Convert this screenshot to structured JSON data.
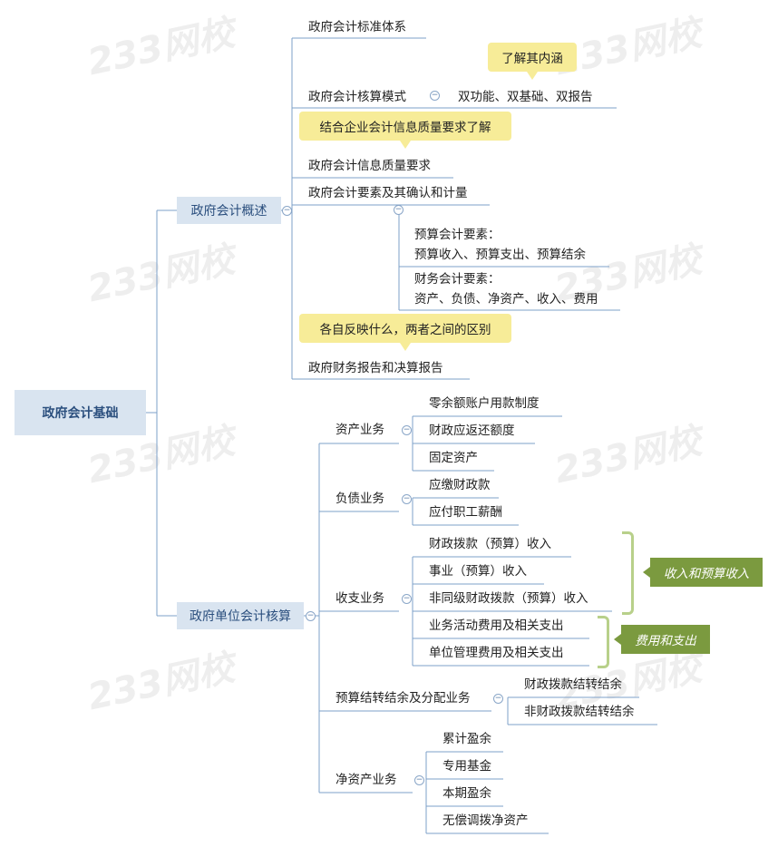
{
  "root": "政府会计基础",
  "watermark": "233网校",
  "branch1": {
    "label": "政府会计概述",
    "items": {
      "standard": "政府会计标准体系",
      "model": "政府会计核算模式",
      "model_detail": "双功能、双基础、双报告",
      "quality": "政府会计信息质量要求",
      "elements": "政府会计要素及其确认和计量",
      "budget_title": "预算会计要素：",
      "budget_list": "预算收入、预算支出、预算结余",
      "finance_title": "财务会计要素：",
      "finance_list": "资产、负债、净资产、收入、费用",
      "report": "政府财务报告和决算报告"
    },
    "notes": {
      "note1": "了解其内涵",
      "note2": "结合企业会计信息质量要求了解",
      "note3": "各自反映什么，两者之间的区别"
    }
  },
  "branch2": {
    "label": "政府单位会计核算",
    "assets": {
      "label": "资产业务",
      "items": [
        "零余额账户用款制度",
        "财政应返还额度",
        "固定资产"
      ]
    },
    "liabilities": {
      "label": "负债业务",
      "items": [
        "应缴财政款",
        "应付职工薪酬"
      ]
    },
    "income": {
      "label": "收支业务",
      "items": [
        "财政拨款（预算）收入",
        "事业（预算）收入",
        "非同级财政拨款（预算）收入",
        "业务活动费用及相关支出",
        "单位管理费用及相关支出"
      ]
    },
    "budget_carry": {
      "label": "预算结转结余及分配业务",
      "items": [
        "财政拨款结转结余",
        "非财政拨款结转结余"
      ]
    },
    "net_assets": {
      "label": "净资产业务",
      "items": [
        "累计盈余",
        "专用基金",
        "本期盈余",
        "无偿调拨净资产"
      ]
    },
    "callouts": {
      "income_callout": "收入和预算收入",
      "expense_callout": "费用和支出"
    }
  },
  "colors": {
    "node_bg": "#d9e4f0",
    "line": "#7ea0c8",
    "note": "#f7ec98",
    "callout": "#7b9a3f",
    "bracket": "#b8d08a"
  }
}
